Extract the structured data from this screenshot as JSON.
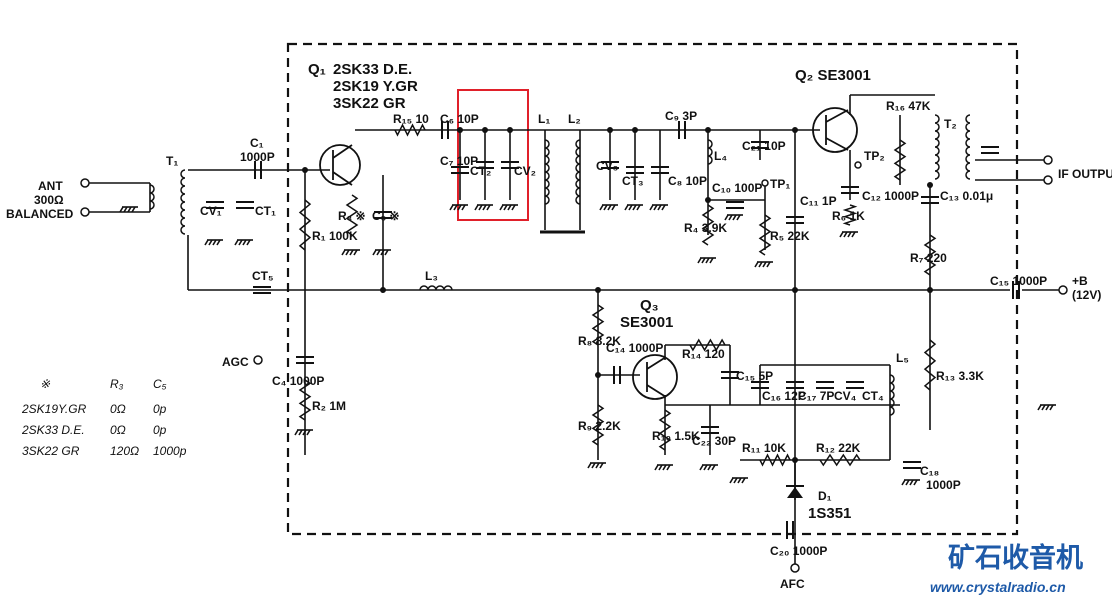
{
  "transistors": {
    "q1_ref": "Q₁",
    "q1_types": [
      "2SK33  D.E.",
      "2SK19  Y.GR",
      "3SK22  GR"
    ],
    "q2": "Q₂  SE3001",
    "q3_ref": "Q₃",
    "q3_type": "SE3001"
  },
  "antenna": {
    "line1": "ANT",
    "line2": "300Ω",
    "line3": "BALANCED"
  },
  "labels": {
    "T1": "T₁",
    "CV1": "CV₁",
    "CT1": "CT₁",
    "C1": "C₁",
    "C1v": "1000P",
    "R1": "R₁ 100K",
    "R3": "R₃ ※",
    "C5": "C₅ ※",
    "R15": "R₁₅ 10",
    "C6": "C₆ 10P",
    "C7": "C₇ 10P",
    "CT2": "CT₂",
    "CV2": "CV₂",
    "L1": "L₁",
    "L2": "L₂",
    "CV3": "CV₃",
    "CT3": "CT₃",
    "C8": "C₈ 10P",
    "C9": "C₉ 3P",
    "L4": "L₄",
    "C21": "C₂₁ 10P",
    "C10": "C₁₀ 100P",
    "TP1": "TP₁",
    "R4": "R₄ 3.9K",
    "R5": "R₅ 22K",
    "C11": "C₁₁ 1P",
    "R6": "R₆ 1K",
    "C12": "C₁₂ 1000P",
    "TP2": "TP₂",
    "R16": "R₁₆ 47K",
    "T2": "T₂",
    "C13": "C₁₃ 0.01μ",
    "R7": "R₇ 220",
    "C15": "C₁₅ 1000P",
    "CT5": "CT₅",
    "L3": "L₃",
    "AGC": "AGC",
    "C4": "C₄ 1000P",
    "R2": "R₂ 1M",
    "R8": "R₈ 8.2K",
    "C14": "C₁₄ 1000P",
    "R14": "R₁₄ 120",
    "C15b": "C₁₅ 5P",
    "R9": "R₉ 2.2K",
    "R10": "R₁₀ 1.5K",
    "C22": "C₂₂ 30P",
    "C16": "C₁₆ 12P",
    "C17": "C₁₇ 7P",
    "CV4": "CV₄",
    "CT4": "CT₄",
    "L5": "L₅",
    "R13": "R₁₃ 3.3K",
    "R11": "R₁₁ 10K",
    "R12": "R₁₂ 22K",
    "C18": "C₁₈",
    "C18v": "1000P",
    "D1": "D₁",
    "D1type": "1S351",
    "C20": "C₂₀ 1000P",
    "AFC": "AFC",
    "IF": "IF OUTPUT",
    "B": "+B",
    "Bv": "(12V)"
  },
  "table": {
    "headers": [
      "※",
      "R₃",
      "C₅"
    ],
    "rows": [
      [
        "2SK19Y.GR",
        "0Ω",
        "0p"
      ],
      [
        "2SK33 D.E.",
        "0Ω",
        "0p"
      ],
      [
        "3SK22 GR",
        "120Ω",
        "1000p"
      ]
    ]
  },
  "watermark": {
    "title": "矿石收音机",
    "url": "www.crystalradio.cn"
  },
  "colors": {
    "ink": "#111111",
    "highlight": "#e0202a",
    "brand": "#1e5aa8"
  }
}
